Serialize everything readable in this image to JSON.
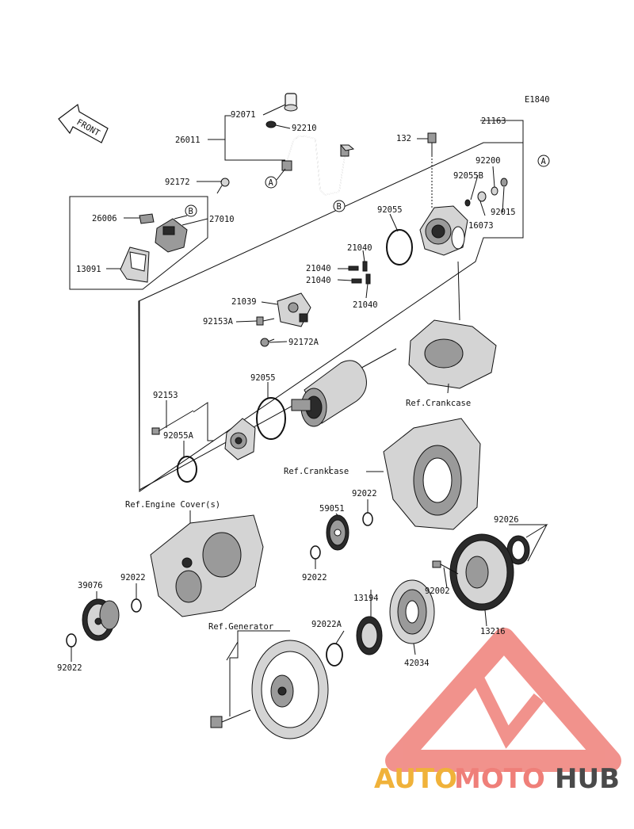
{
  "diagram_code": "E1840",
  "front_label": "FRONT",
  "circle_refs": {
    "a": "A",
    "b": "B"
  },
  "parts": {
    "p92071": "92071",
    "p92210": "92210",
    "p26011": "26011",
    "p21163": "21163",
    "p132": "132",
    "p92200": "92200",
    "p92055B": "92055B",
    "p92015": "92015",
    "p16073": "16073",
    "p92172": "92172",
    "p26006": "26006",
    "p27010": "27010",
    "p13091": "13091",
    "p92055_top": "92055",
    "p21040_a": "21040",
    "p21040_b": "21040",
    "p21040_c": "21040",
    "p21040_d": "21040",
    "p21039": "21039",
    "p92153A": "92153A",
    "p92172A": "92172A",
    "p92055_mid": "92055",
    "p92153": "92153",
    "p92055A": "92055A",
    "p92022_a": "92022",
    "p59051": "59051",
    "p92022_b": "92022",
    "p92026": "92026",
    "p39076": "39076",
    "p92022_c": "92022",
    "p92022_d": "92022",
    "p13194": "13194",
    "p92002": "92002",
    "p13216": "13216",
    "p92022A": "92022A",
    "p42034": "42034"
  },
  "refs": {
    "crankcase_1": "Ref.Crankcase",
    "crankcase_2": "Ref.Crankcase",
    "engine_cover": "Ref.Engine Cover(s)",
    "generator": "Ref.Generator"
  },
  "watermark": {
    "part1": "AUTO",
    "part2": "MOTO",
    "part3": "HUB",
    "colors": {
      "auto": "#f0b23a",
      "moto": "#ef7f79",
      "hub": "#4a4a4a"
    }
  }
}
